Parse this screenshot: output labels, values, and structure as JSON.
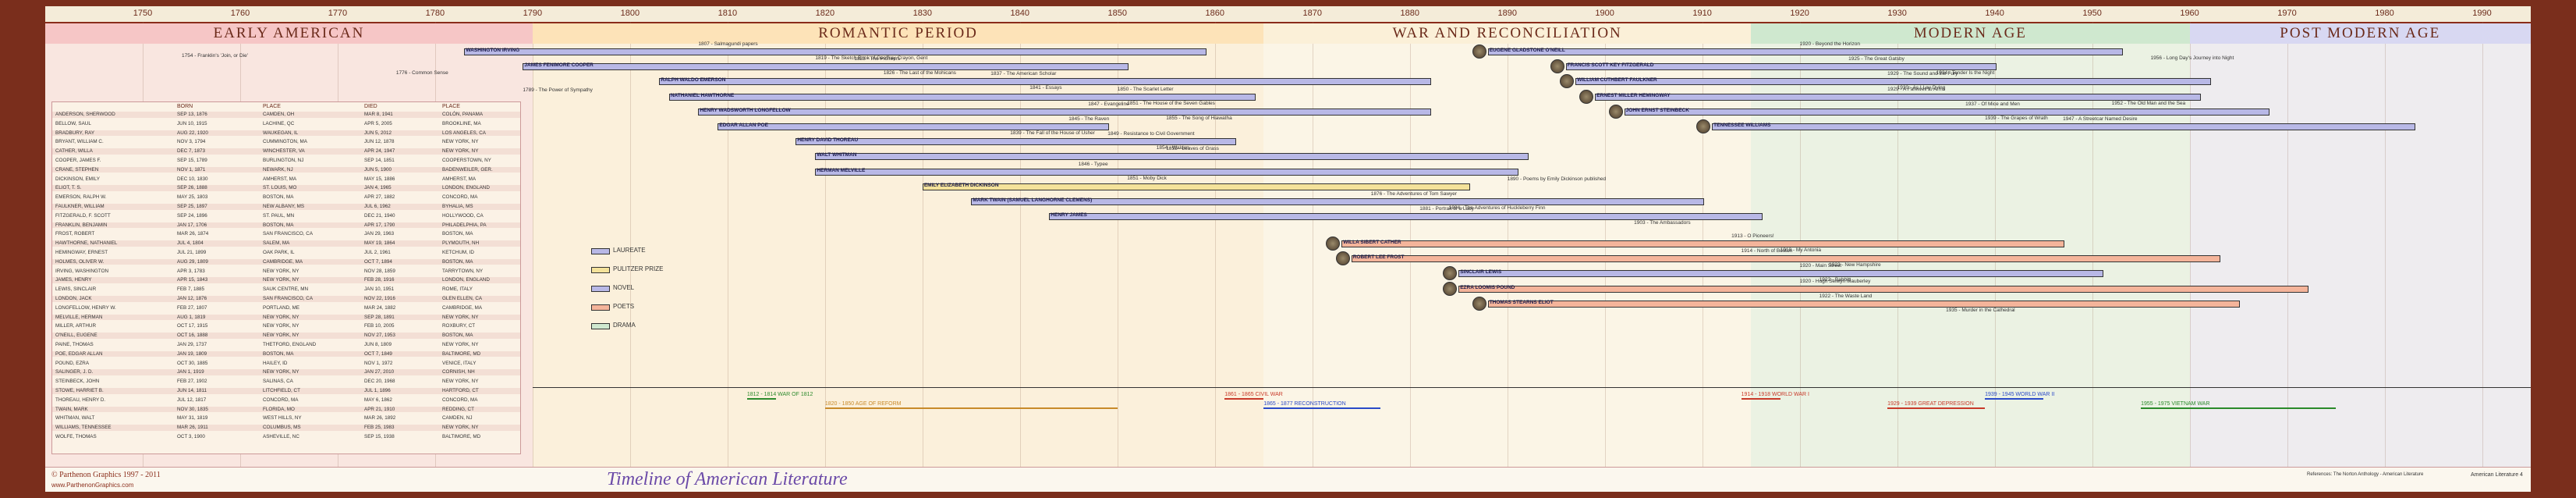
{
  "axis": {
    "start": 1740,
    "end": 1995,
    "ticks": [
      1750,
      1760,
      1770,
      1780,
      1790,
      1800,
      1810,
      1820,
      1830,
      1840,
      1850,
      1860,
      1870,
      1880,
      1890,
      1900,
      1910,
      1920,
      1930,
      1940,
      1950,
      1960,
      1970,
      1980,
      1990
    ]
  },
  "periods": [
    {
      "label": "Early American",
      "start": 1740,
      "end": 1790,
      "color": "#f6c6c6"
    },
    {
      "label": "Romantic Period",
      "start": 1790,
      "end": 1865,
      "color": "#fde3b8"
    },
    {
      "label": "War and Reconciliation",
      "start": 1865,
      "end": 1915,
      "color": "#fbf0d8"
    },
    {
      "label": "Modern Age",
      "start": 1915,
      "end": 1960,
      "color": "#cfe8cf"
    },
    {
      "label": "Post Modern Age",
      "start": 1960,
      "end": 1995,
      "color": "#d8d8f2"
    }
  ],
  "authors": [
    {
      "name": "Washington Irving",
      "start": 1783,
      "end": 1859,
      "color": "#b8b8e6",
      "work": "1807 - Salmagundi papers",
      "work2": "1819 - The Sketch Book of Geoffrey Crayon, Gent"
    },
    {
      "name": "James Fenimore Cooper",
      "start": 1789,
      "end": 1851,
      "color": "#b8b8e6",
      "work": "1823 - The Pioneers",
      "work2": "1826 - The Last of the Mohicans"
    },
    {
      "name": "Ralph Waldo Emerson",
      "start": 1803,
      "end": 1882,
      "color": "#b8b8e6",
      "work": "1837 - The American Scholar",
      "work2": "1841 - Essays"
    },
    {
      "name": "Nathaniel Hawthorne",
      "start": 1804,
      "end": 1864,
      "color": "#b8b8e6",
      "work": "1850 - The Scarlet Letter",
      "work2": "1851 - The House of the Seven Gables"
    },
    {
      "name": "Henry Wadsworth Longfellow",
      "start": 1807,
      "end": 1882,
      "color": "#b8b8e6",
      "work": "1847 - Evangeline",
      "work2": "1855 - The Song of Hiawatha"
    },
    {
      "name": "Edgar Allan Poe",
      "start": 1809,
      "end": 1849,
      "color": "#b8b8e6",
      "work": "1845 - The Raven",
      "work2": "1839 - The Fall of the House of Usher"
    },
    {
      "name": "Henry David Thoreau",
      "start": 1817,
      "end": 1862,
      "color": "#b8b8e6",
      "work": "1849 - Resistance to Civil Government",
      "work2": "1854 - Walden"
    },
    {
      "name": "Walt Whitman",
      "start": 1819,
      "end": 1892,
      "color": "#b8b8e6",
      "work": "1855 - Leaves of Grass",
      "work2": ""
    },
    {
      "name": "Herman Melville",
      "start": 1819,
      "end": 1891,
      "color": "#b8b8e6",
      "work": "1846 - Typee",
      "work2": "1851 - Moby Dick"
    },
    {
      "name": "Emily Elizabeth Dickinson",
      "start": 1830,
      "end": 1886,
      "color": "#f4e29a",
      "work": "1890 - Poems by Emily Dickinson published",
      "work2": ""
    },
    {
      "name": "Mark Twain (Samuel Langhorne Clemens)",
      "start": 1835,
      "end": 1910,
      "color": "#b8b8e6",
      "work": "1876 - The Adventures of Tom Sawyer",
      "work2": "1884 - The Adventures of Huckleberry Finn"
    },
    {
      "name": "Henry James",
      "start": 1843,
      "end": 1916,
      "color": "#b8b8e6",
      "work": "1881 - Portrait of a Lady",
      "work2": "1903 - The Ambassadors"
    },
    {
      "name": "Willa Sibert Cather",
      "start": 1873,
      "end": 1947,
      "color": "#f4b49a",
      "work": "1913 - O Pioneers!",
      "work2": "1918 - My Antonia"
    },
    {
      "name": "Robert Lee Frost",
      "start": 1874,
      "end": 1963,
      "color": "#f4b49a",
      "work": "1914 - North of Boston",
      "work2": "1923 - New Hampshire"
    },
    {
      "name": "Sinclair Lewis",
      "start": 1885,
      "end": 1951,
      "color": "#b8b8e6",
      "work": "1920 - Main Street",
      "work2": "1922 - Babbitt"
    },
    {
      "name": "Ezra Loomis Pound",
      "start": 1885,
      "end": 1972,
      "color": "#f4b49a",
      "work": "1920 - Hugh Selwyn Mauberley",
      "work2": ""
    },
    {
      "name": "Thomas Stearns Eliot",
      "start": 1888,
      "end": 1965,
      "color": "#f4b49a",
      "work": "1922 - The Waste Land",
      "work2": "1935 - Murder in the Cathedral"
    },
    {
      "name": "Eugene Gladstone O'Neill",
      "start": 1888,
      "end": 1953,
      "color": "#b8b8e6",
      "work": "1920 - Beyond the Horizon",
      "work2": "1956 - Long Day's Journey into Night"
    },
    {
      "name": "Francis Scott Key Fitzgerald",
      "start": 1896,
      "end": 1940,
      "color": "#b8b8e6",
      "work": "1925 - The Great Gatsby",
      "work2": "1934 - Tender Is the Night"
    },
    {
      "name": "William Cuthbert Faulkner",
      "start": 1897,
      "end": 1962,
      "color": "#b8b8e6",
      "work": "1929 - The Sound and the Fury",
      "work2": "1930 - As I Lay Dying"
    },
    {
      "name": "Ernest Miller Hemingway",
      "start": 1899,
      "end": 1961,
      "color": "#b8b8e6",
      "work": "1929 - A Farewell to Arms",
      "work2": "1952 - The Old Man and the Sea"
    },
    {
      "name": "John Ernst Steinbeck",
      "start": 1902,
      "end": 1968,
      "color": "#b8b8e6",
      "work": "1937 - Of Mice and Men",
      "work2": "1939 - The Grapes of Wrath"
    },
    {
      "name": "Tennessee Williams",
      "start": 1911,
      "end": 1983,
      "color": "#b8b8e6",
      "work": "1947 - A Streetcar Named Desire",
      "work2": ""
    }
  ],
  "table": {
    "headers": [
      "",
      "Born",
      "Place",
      "Died",
      "Place"
    ],
    "rows": [
      [
        "Anderson, Sherwood",
        "Sep 13, 1876",
        "Camden, OH",
        "Mar 8, 1941",
        "Colón, Panama"
      ],
      [
        "Bellow, Saul",
        "Jun 10, 1915",
        "Lachine, QC",
        "Apr 5, 2005",
        "Brookline, MA"
      ],
      [
        "Bradbury, Ray",
        "Aug 22, 1920",
        "Waukegan, IL",
        "Jun 5, 2012",
        "Los Angeles, CA"
      ],
      [
        "Bryant, William C.",
        "Nov 3, 1794",
        "Cummington, MA",
        "Jun 12, 1878",
        "New York, NY"
      ],
      [
        "Cather, Willa",
        "Dec 7, 1873",
        "Winchester, VA",
        "Apr 24, 1947",
        "New York, NY"
      ],
      [
        "Cooper, James F.",
        "Sep 15, 1789",
        "Burlington, NJ",
        "Sep 14, 1851",
        "Cooperstown, NY"
      ],
      [
        "Crane, Stephen",
        "Nov 1, 1871",
        "Newark, NJ",
        "Jun 5, 1900",
        "Badenweiler, Ger."
      ],
      [
        "Dickinson, Emily",
        "Dec 10, 1830",
        "Amherst, MA",
        "May 15, 1886",
        "Amherst, MA"
      ],
      [
        "Eliot, T. S.",
        "Sep 26, 1888",
        "St. Louis, MO",
        "Jan 4, 1965",
        "London, England"
      ],
      [
        "Emerson, Ralph W.",
        "May 25, 1803",
        "Boston, MA",
        "Apr 27, 1882",
        "Concord, MA"
      ],
      [
        "Faulkner, William",
        "Sep 25, 1897",
        "New Albany, MS",
        "Jul 6, 1962",
        "Byhalia, MS"
      ],
      [
        "Fitzgerald, F. Scott",
        "Sep 24, 1896",
        "St. Paul, MN",
        "Dec 21, 1940",
        "Hollywood, CA"
      ],
      [
        "Franklin, Benjamin",
        "Jan 17, 1706",
        "Boston, MA",
        "Apr 17, 1790",
        "Philadelphia, PA"
      ],
      [
        "Frost, Robert",
        "Mar 26, 1874",
        "San Francisco, CA",
        "Jan 29, 1963",
        "Boston, MA"
      ],
      [
        "Hawthorne, Nathaniel",
        "Jul 4, 1804",
        "Salem, MA",
        "May 19, 1864",
        "Plymouth, NH"
      ],
      [
        "Hemingway, Ernest",
        "Jul 21, 1899",
        "Oak Park, IL",
        "Jul 2, 1961",
        "Ketchum, ID"
      ],
      [
        "Holmes, Oliver W.",
        "Aug 29, 1809",
        "Cambridge, MA",
        "Oct 7, 1894",
        "Boston, MA"
      ],
      [
        "Irving, Washington",
        "Apr 3, 1783",
        "New York, NY",
        "Nov 28, 1859",
        "Tarrytown, NY"
      ],
      [
        "James, Henry",
        "Apr 15, 1843",
        "New York, NY",
        "Feb 28, 1916",
        "London, England"
      ],
      [
        "Lewis, Sinclair",
        "Feb 7, 1885",
        "Sauk Centre, MN",
        "Jan 10, 1951",
        "Rome, Italy"
      ],
      [
        "London, Jack",
        "Jan 12, 1876",
        "San Francisco, CA",
        "Nov 22, 1916",
        "Glen Ellen, CA"
      ],
      [
        "Longfellow, Henry W.",
        "Feb 27, 1807",
        "Portland, ME",
        "Mar 24, 1882",
        "Cambridge, MA"
      ],
      [
        "Melville, Herman",
        "Aug 1, 1819",
        "New York, NY",
        "Sep 28, 1891",
        "New York, NY"
      ],
      [
        "Miller, Arthur",
        "Oct 17, 1915",
        "New York, NY",
        "Feb 10, 2005",
        "Roxbury, CT"
      ],
      [
        "O'Neill, Eugene",
        "Oct 16, 1888",
        "New York, NY",
        "Nov 27, 1953",
        "Boston, MA"
      ],
      [
        "Paine, Thomas",
        "Jan 29, 1737",
        "Thetford, England",
        "Jun 8, 1809",
        "New York, NY"
      ],
      [
        "Poe, Edgar Allan",
        "Jan 19, 1809",
        "Boston, MA",
        "Oct 7, 1849",
        "Baltimore, MD"
      ],
      [
        "Pound, Ezra",
        "Oct 30, 1885",
        "Hailey, ID",
        "Nov 1, 1972",
        "Venice, Italy"
      ],
      [
        "Salinger, J. D.",
        "Jan 1, 1919",
        "New York, NY",
        "Jan 27, 2010",
        "Cornish, NH"
      ],
      [
        "Steinbeck, John",
        "Feb 27, 1902",
        "Salinas, CA",
        "Dec 20, 1968",
        "New York, NY"
      ],
      [
        "Stowe, Harriet B.",
        "Jun 14, 1811",
        "Litchfield, CT",
        "Jul 1, 1896",
        "Hartford, CT"
      ],
      [
        "Thoreau, Henry D.",
        "Jul 12, 1817",
        "Concord, MA",
        "May 6, 1862",
        "Concord, MA"
      ],
      [
        "Twain, Mark",
        "Nov 30, 1835",
        "Florida, MO",
        "Apr 21, 1910",
        "Redding, CT"
      ],
      [
        "Whitman, Walt",
        "May 31, 1819",
        "West Hills, NY",
        "Mar 26, 1892",
        "Camden, NJ"
      ],
      [
        "Williams, Tennessee",
        "Mar 26, 1911",
        "Columbus, MS",
        "Feb 25, 1983",
        "New York, NY"
      ],
      [
        "Wolfe, Thomas",
        "Oct 3, 1900",
        "Asheville, NC",
        "Sep 15, 1938",
        "Baltimore, MD"
      ]
    ]
  },
  "legend": [
    {
      "label": "Laureate",
      "color": "#b8b8e6"
    },
    {
      "label": "Pulitzer Prize",
      "color": "#f4e29a"
    },
    {
      "label": "Novel",
      "color": "#b8b8e6"
    },
    {
      "label": "Poets",
      "color": "#f4b49a"
    },
    {
      "label": "Drama",
      "color": "#cfe8cf"
    }
  ],
  "early_notes": [
    {
      "text": "1754 - Franklin's 'Join, or Die'",
      "year": 1754
    },
    {
      "text": "1776 - Common Sense",
      "year": 1776
    },
    {
      "text": "1789 - The Power of Sympathy",
      "year": 1789
    }
  ],
  "eras": [
    {
      "label": "1812 - 1814 War of 1812",
      "start": 1812,
      "end": 1815,
      "color": "#2d8a2d"
    },
    {
      "label": "1820 - 1850 Age of Reform",
      "start": 1820,
      "end": 1850,
      "color": "#c88a2a"
    },
    {
      "label": "1861 - 1865 Civil War",
      "start": 1861,
      "end": 1865,
      "color": "#c83a2a"
    },
    {
      "label": "1865 - 1877 Reconstruction",
      "start": 1865,
      "end": 1877,
      "color": "#2a4ac8"
    },
    {
      "label": "1914 - 1918 World War I",
      "start": 1914,
      "end": 1918,
      "color": "#c83a2a"
    },
    {
      "label": "1929 - 1939 Great Depression",
      "start": 1929,
      "end": 1939,
      "color": "#c83a2a"
    },
    {
      "label": "1939 - 1945 World War II",
      "start": 1939,
      "end": 1945,
      "color": "#2a4ac8"
    },
    {
      "label": "1955 - 1975 Vietnam War",
      "start": 1955,
      "end": 1975,
      "color": "#2a8a2a"
    }
  ],
  "footer": {
    "copyright": "© Parthenon Graphics 1997 - 2011",
    "url": "www.ParthenonGraphics.com",
    "title": "Timeline of American Literature",
    "refs": "References: The Norton Anthology - American Literature",
    "code": "American Literature 4"
  }
}
